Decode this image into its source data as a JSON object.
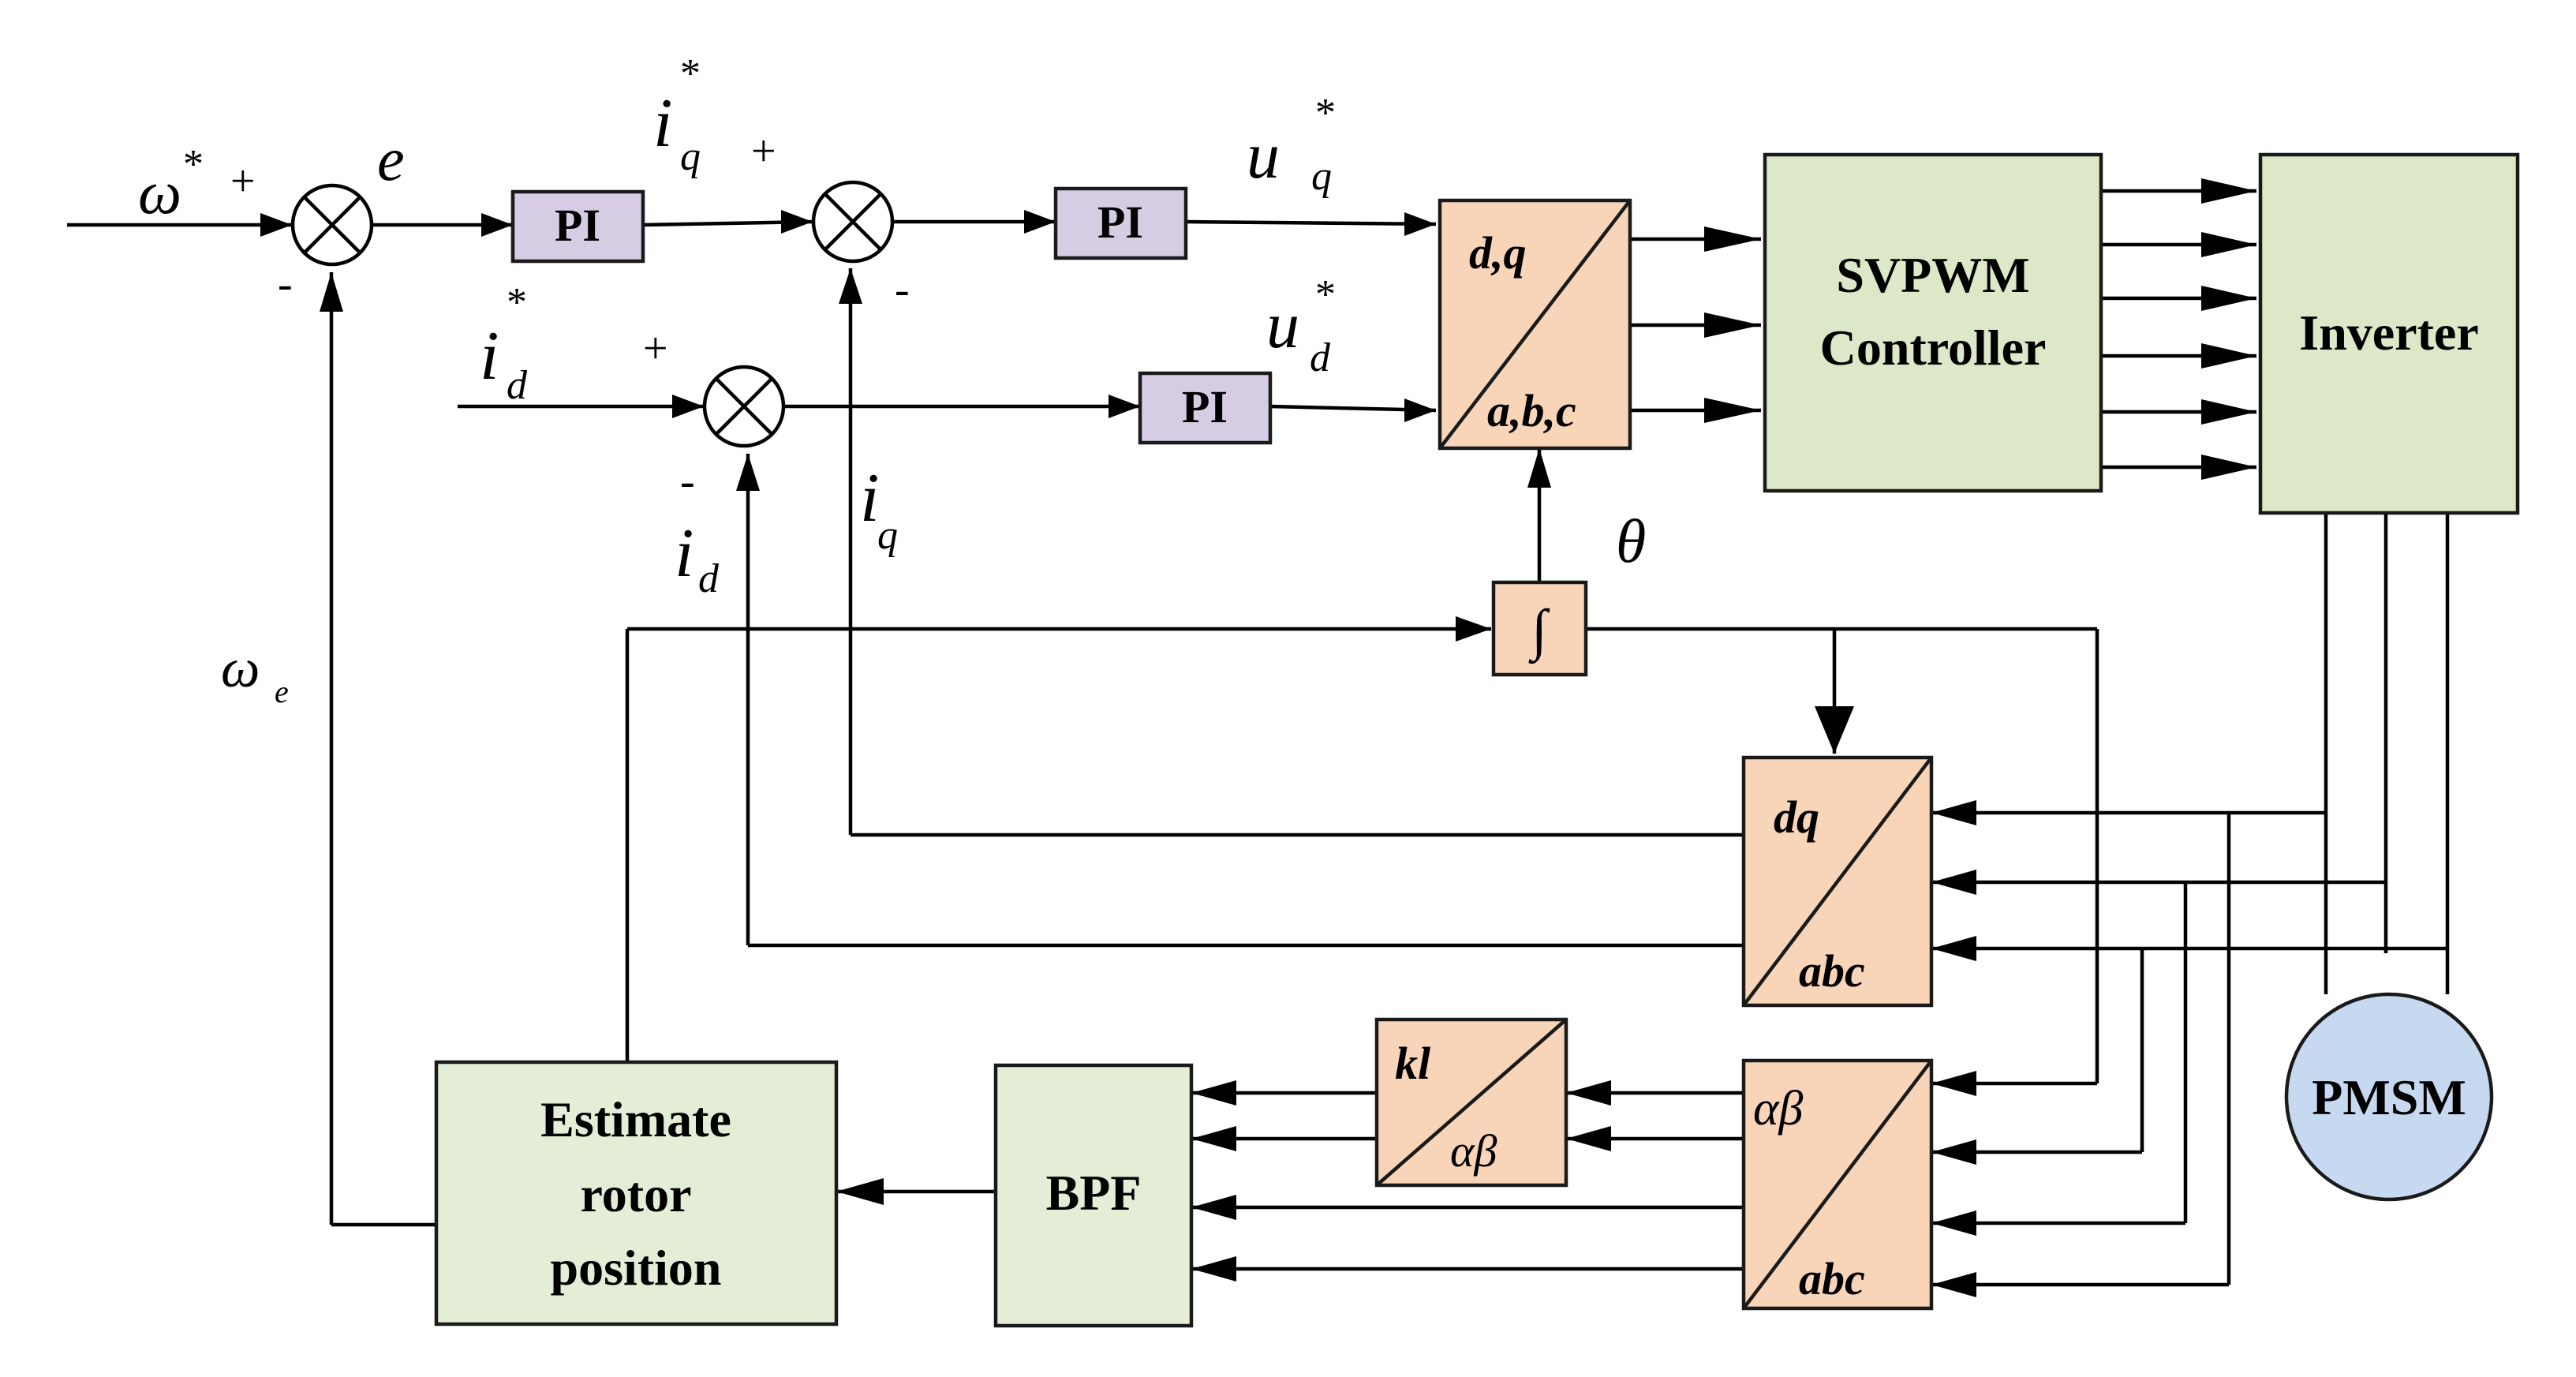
{
  "blocks": {
    "pi": "PI",
    "dq_abc_top": "d,q",
    "dq_abc_bottom": "a,b,c",
    "svpwm_line1": "SVPWM",
    "svpwm_line2": "Controller",
    "inverter": "Inverter",
    "integrator": "∫",
    "dq_fb_top": "dq",
    "dq_fb_bottom": "abc",
    "ab_top": "αβ",
    "ab_bottom": "abc",
    "kl_top": "kl",
    "kl_bottom": "αβ",
    "bpf": "BPF",
    "estimate_line1": "Estimate",
    "estimate_line2": "rotor",
    "estimate_line3": "position",
    "motor": "PMSM"
  },
  "labels": {
    "omega": "ω",
    "star": "*",
    "plus": "+",
    "minus": "-",
    "e": "e",
    "i": "i",
    "q": "q",
    "d": "d",
    "u": "u",
    "theta": "θ",
    "omega_e": "ω",
    "e_sub": "e"
  }
}
